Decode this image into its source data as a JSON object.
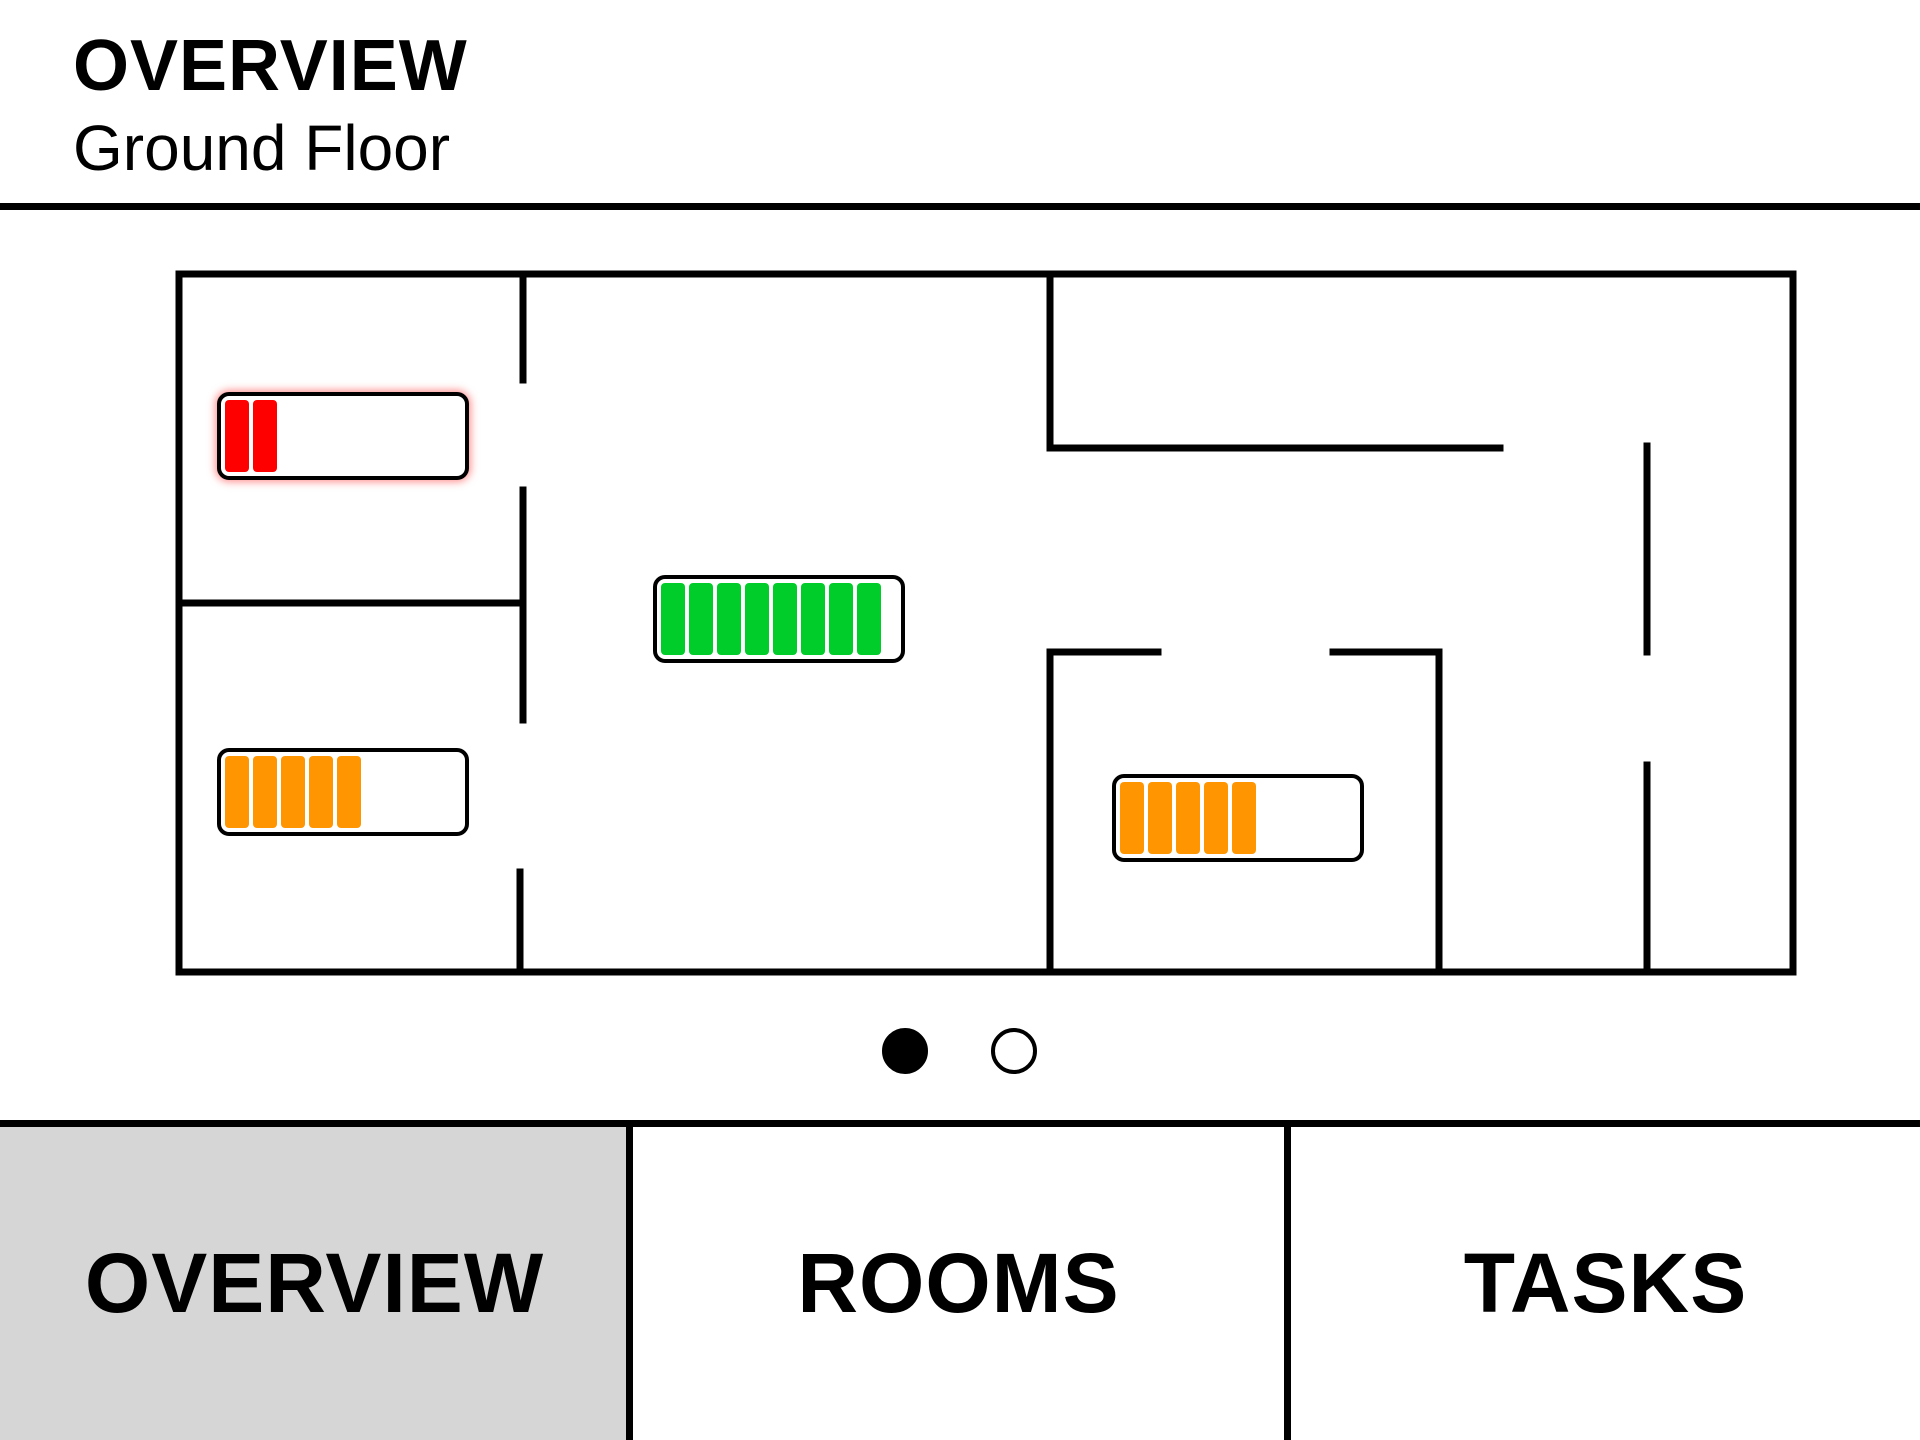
{
  "header": {
    "title": "OVERVIEW",
    "subtitle": "Ground Floor"
  },
  "floorplan": {
    "rooms": [
      {
        "name": "room-top-left",
        "battery_level": 2,
        "battery_cells": 9,
        "color": "#ff0000",
        "status": "low"
      },
      {
        "name": "room-center-left",
        "battery_level": 8,
        "battery_cells": 9,
        "color": "#00cc2a",
        "status": "good"
      },
      {
        "name": "room-bottom-left",
        "battery_level": 5,
        "battery_cells": 9,
        "color": "#ff9500",
        "status": "medium"
      },
      {
        "name": "room-bottom-right",
        "battery_level": 5,
        "battery_cells": 9,
        "color": "#ff9500",
        "status": "medium"
      }
    ]
  },
  "pager": {
    "current_page": 1,
    "page_count": 2
  },
  "tabs": [
    {
      "label": "OVERVIEW",
      "selected": true
    },
    {
      "label": "ROOMS",
      "selected": false
    },
    {
      "label": "TASKS",
      "selected": false
    }
  ]
}
